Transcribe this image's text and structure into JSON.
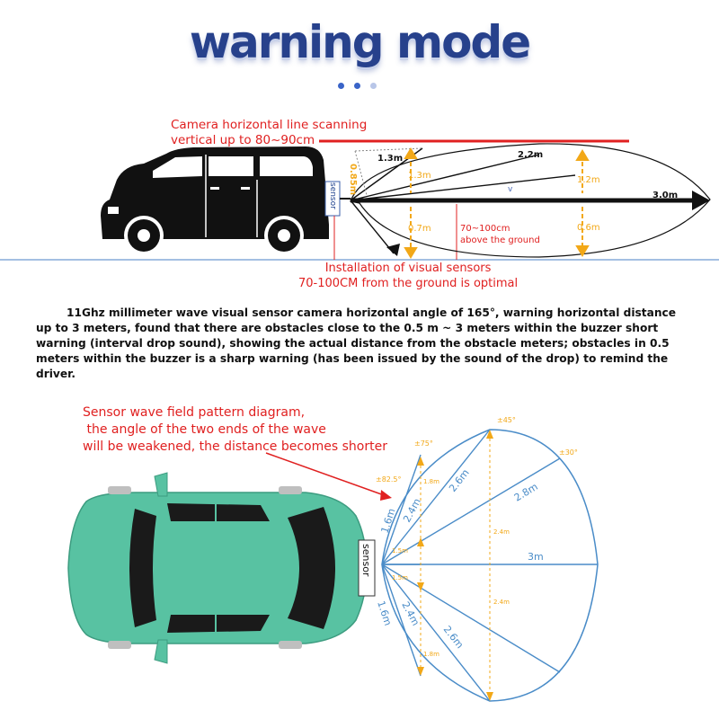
{
  "title": "warning mode",
  "dots": [
    "#3a64c8",
    "#3a64c8",
    "#b8c6e8"
  ],
  "colors": {
    "title": "#27418c",
    "red": "#e02020",
    "orange": "#f2a818",
    "blue_line": "#4a8cc8",
    "car_green": "#58c2a2"
  },
  "top_diagram": {
    "camera_note": [
      "Camera horizontal line scanning",
      "vertical up to 80~90cm"
    ],
    "install_note": [
      "Installation of visual sensors",
      "70-100CM from the ground is optimal"
    ],
    "sensor_label": "sensor",
    "height_label": "0.85m",
    "dist_1_3": "1.3m",
    "dist_2_2": "2.2m",
    "dist_3_0": "3.0m",
    "h_1_3": "1.3m",
    "h_1_2": "1.2m",
    "h_0_7": "0.7m",
    "h_0_6": "0.6m",
    "ground_note": [
      "70~100cm",
      "above the ground"
    ]
  },
  "description": "11Ghz millimeter wave visual sensor camera horizontal angle of 165°, warning horizontal distance up to 3 meters, found that there are obstacles close to the 0.5 m ~ 3 meters within the buzzer short warning (interval drop sound), showing the actual distance from the obstacle meters; obstacles in 0.5 meters within the buzzer is a sharp warning (has been issued by the sound of the drop) to remind the driver.",
  "bottom_diagram": {
    "note": [
      "Sensor wave field pattern diagram,",
      " the angle of the two ends of the wave",
      "will be weakened, the distance becomes shorter"
    ],
    "sensor_label": "sensor",
    "angle_45": "±45°",
    "angle_75": "±75°",
    "angle_30": "±30°",
    "angle_82": "±82.5°",
    "d_1_6_top": "1.6m",
    "d_1_6_bottom": "1.6m",
    "d_2_4_top": "2.4m",
    "d_2_4_bottom": "2.4m",
    "d_2_6_top": "2.6m",
    "d_2_6_bottom": "2.6m",
    "d_2_8": "2.8m",
    "d_3": "3m",
    "s_1_8_top": "1.8m",
    "s_1_8_bottom": "1.8m",
    "s_1_5_top": "1.5m",
    "s_1_5_bottom": "1.5m",
    "s_2_4_top": "2.4m",
    "s_2_4_bottom": "2.4m"
  }
}
